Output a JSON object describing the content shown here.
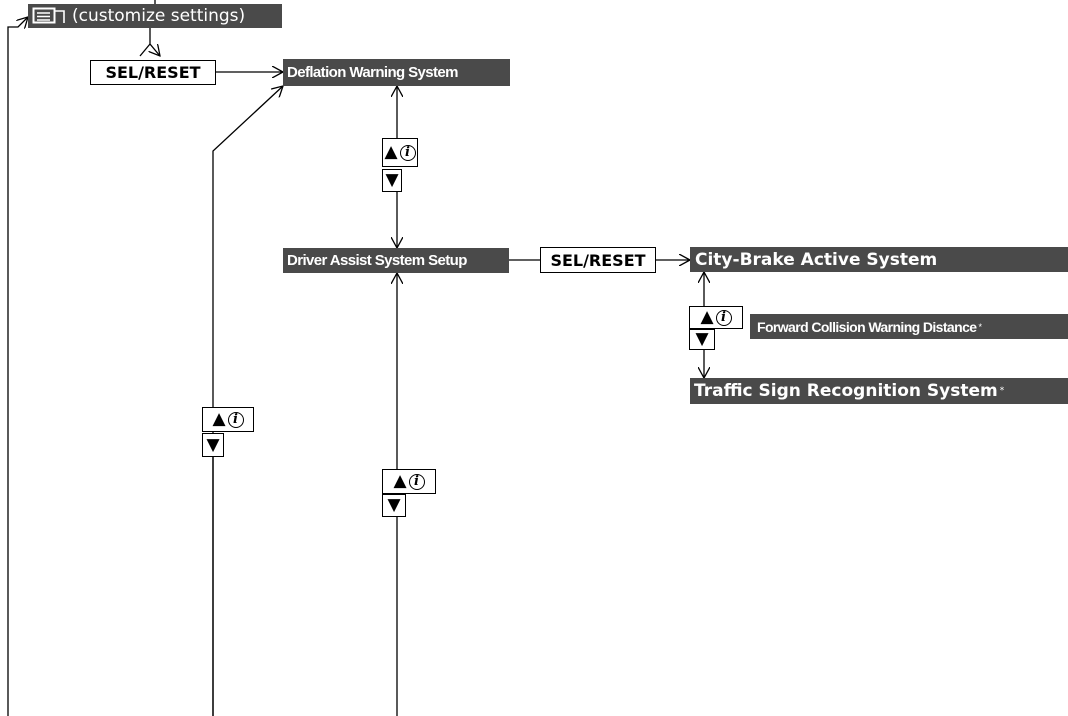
{
  "header": {
    "label": "(customize settings)",
    "icon": "menu-icon"
  },
  "buttons": {
    "sel_reset_1": "SEL/RESET",
    "sel_reset_2": "SEL/RESET"
  },
  "items": {
    "deflation": "Deflation Warning System",
    "driver_assist": "Driver Assist System Setup",
    "city_brake": "City-Brake Active System",
    "fcw": "Forward Collision Warning Distance",
    "fcw_mark": "*",
    "traffic_sign": "Traffic Sign Recognition System",
    "traffic_sign_mark": "*"
  },
  "icons": {
    "up": "▲",
    "info": "i",
    "down": "▼"
  },
  "colors": {
    "item_background": "#4a4a4a",
    "item_text": "#ffffff"
  }
}
